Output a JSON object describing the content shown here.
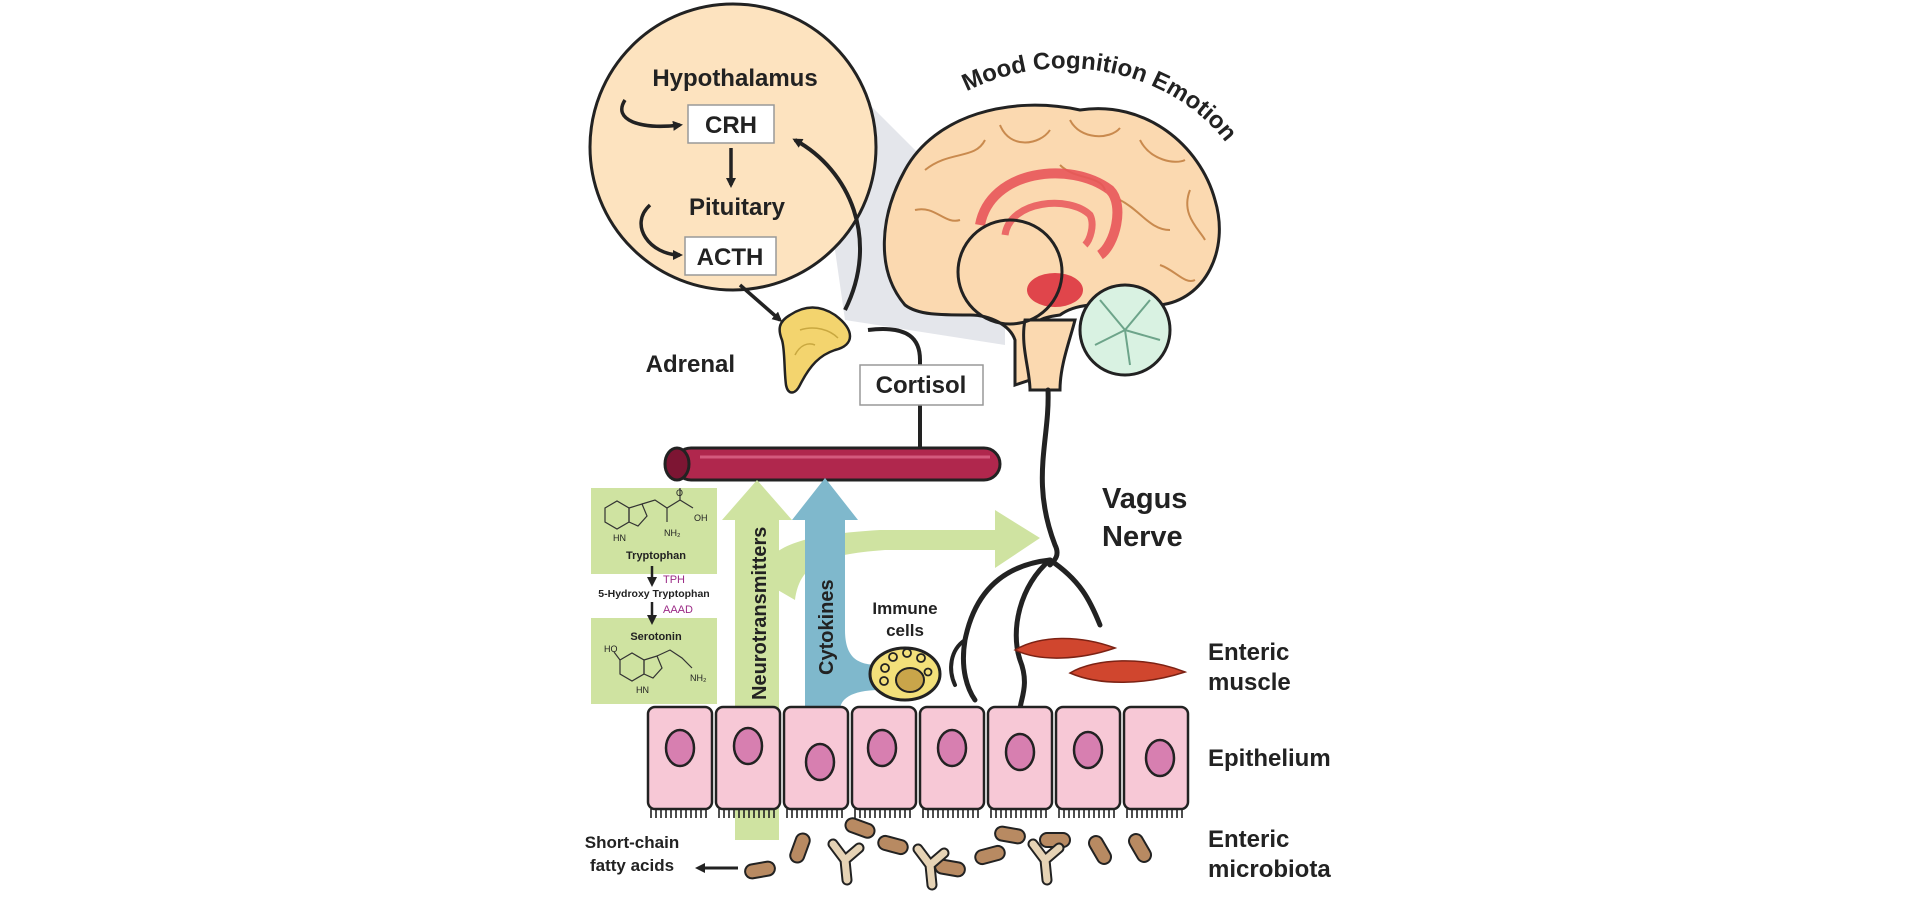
{
  "hpa": {
    "hypothalamus": "Hypothalamus",
    "crh": "CRH",
    "pituitary": "Pituitary",
    "acth": "ACTH",
    "adrenal": "Adrenal",
    "cortisol": "Cortisol"
  },
  "brain": {
    "arc_label": "Mood Cognition Emotion"
  },
  "vagus": {
    "line1": "Vagus",
    "line2": "Nerve"
  },
  "pathways": {
    "neurotransmitters": "Neurotransmitters",
    "cytokines": "Cytokines"
  },
  "serotonin_pathway": {
    "tryptophan": "Tryptophan",
    "tph": "TPH",
    "hydroxy": "5-Hydroxy Tryptophan",
    "aaad": "AAAD",
    "serotonin": "Serotonin",
    "atoms": {
      "o": "O",
      "oh": "OH",
      "nh2": "NH₂",
      "hn": "HN",
      "ho": "HO",
      "nh2b": "NH₂",
      "hn2": "HN"
    }
  },
  "immune": {
    "line1": "Immune",
    "line2": "cells"
  },
  "gut_labels": {
    "enteric_muscle_1": "Enteric",
    "enteric_muscle_2": "muscle",
    "epithelium": "Epithelium",
    "microbiota_1": "Enteric",
    "microbiota_2": "microbiota",
    "scfa_1": "Short-chain",
    "scfa_2": "fatty acids"
  },
  "colors": {
    "hpa_circle": "#fde3bf",
    "brain": "#fbd9b0",
    "limbic": "#e8555a",
    "cerebellum": "#d9f2e2",
    "vessel": "#b0274d",
    "green_arrow": "#cfe3a1",
    "blue_arrow": "#7fb8cc",
    "epithelium": "#f7c8d6",
    "nucleus": "#d77fb0",
    "muscle": "#d0462e",
    "microbe_dark": "#b88a62",
    "microbe_light": "#e6d3b5",
    "adrenal": "#f3d46e"
  }
}
